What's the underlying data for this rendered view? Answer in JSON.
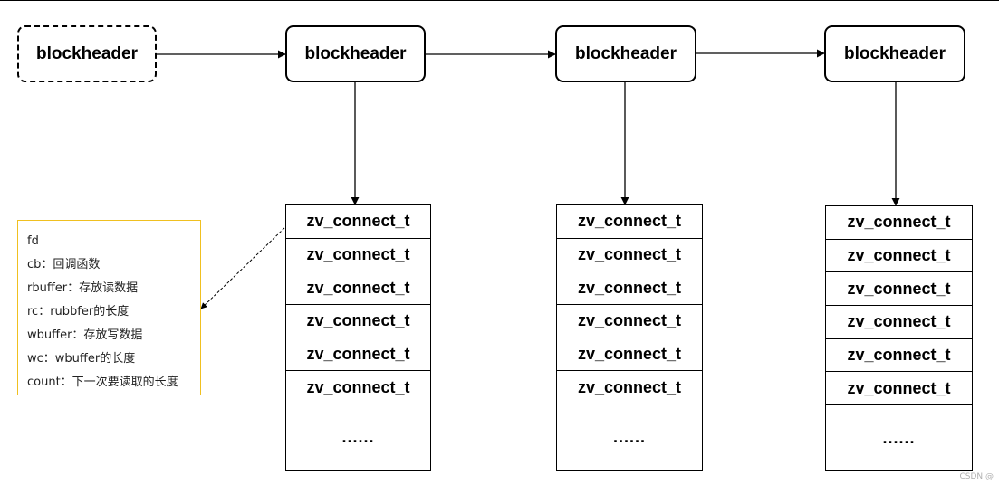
{
  "diagram": {
    "head_block": {
      "label": "blockheader",
      "style": "dashed"
    },
    "columns": [
      {
        "block_label": "blockheader",
        "cells": [
          "zv_connect_t",
          "zv_connect_t",
          "zv_connect_t",
          "zv_connect_t",
          "zv_connect_t",
          "zv_connect_t"
        ],
        "ellipsis": "......"
      },
      {
        "block_label": "blockheader",
        "cells": [
          "zv_connect_t",
          "zv_connect_t",
          "zv_connect_t",
          "zv_connect_t",
          "zv_connect_t",
          "zv_connect_t"
        ],
        "ellipsis": "......"
      },
      {
        "block_label": "blockheader",
        "cells": [
          "zv_connect_t",
          "zv_connect_t",
          "zv_connect_t",
          "zv_connect_t",
          "zv_connect_t",
          "zv_connect_t"
        ],
        "ellipsis": "......"
      }
    ],
    "info_box": {
      "border_color": "#f0c020",
      "lines": [
        "fd",
        "cb：回调函数",
        "rbuffer：存放读数据",
        "rc：rubbfer的长度",
        "wbuffer：存放写数据",
        "wc：wbuffer的长度",
        "count：下一次要读取的长度"
      ]
    },
    "watermark": "CSDN @"
  }
}
